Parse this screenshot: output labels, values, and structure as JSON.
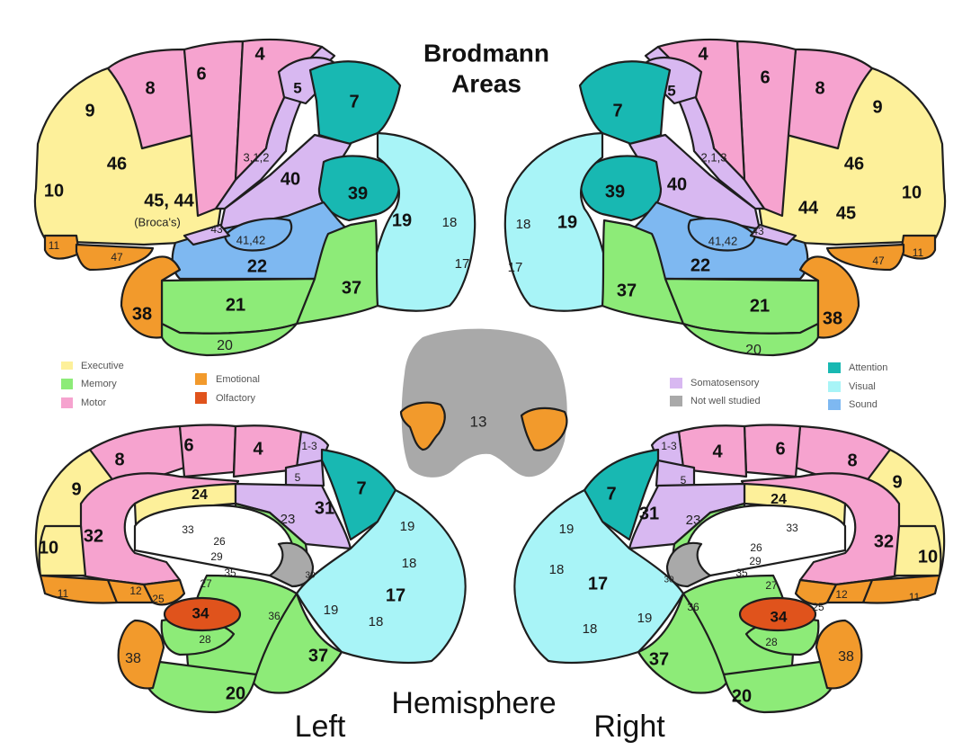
{
  "title_line1": "Brodmann",
  "title_line2": "Areas",
  "hemisphere_label": "Hemisphere",
  "left_label": "Left",
  "right_label": "Right",
  "colors": {
    "executive": "#fdf09a",
    "memory": "#8deb78",
    "motor": "#f6a3cf",
    "emotional": "#f29a2c",
    "olfactory": "#e0531c",
    "somatosensory": "#d8b8f1",
    "not_well_studied": "#a9a9a9",
    "attention": "#18b8b2",
    "visual": "#a8f4f7",
    "sound": "#7eb8f1"
  },
  "legend": {
    "executive": "Executive",
    "memory": "Memory",
    "motor": "Motor",
    "emotional": "Emotional",
    "olfactory": "Olfactory",
    "somatosensory": "Somatosensory",
    "not_well_studied": "Not well studied",
    "attention": "Attention",
    "visual": "Visual",
    "sound": "Sound"
  },
  "areas": {
    "a1_3": "1-3",
    "a2_1_3": "2,1,3",
    "a3_1_2": "3,1,2",
    "a4": "4",
    "a5": "5",
    "a6": "6",
    "a7": "7",
    "a8": "8",
    "a9": "9",
    "a10": "10",
    "a11": "11",
    "a12": "12",
    "a13": "13",
    "a17": "17",
    "a18": "18",
    "a19": "19",
    "a20": "20",
    "a21": "21",
    "a22": "22",
    "a23": "23",
    "a24": "24",
    "a25": "25",
    "a26": "26",
    "a27": "27",
    "a28": "28",
    "a29": "29",
    "a30": "30",
    "a31": "31",
    "a32": "32",
    "a33": "33",
    "a34": "34",
    "a35": "35",
    "a36": "36",
    "a37": "37",
    "a38": "38",
    "a39": "39",
    "a40": "40",
    "a41_42": "41,42",
    "a43": "43",
    "a44": "44",
    "a45": "45",
    "a45_44": "45, 44",
    "a46": "46",
    "a47": "47",
    "brocas": "(Broca's)"
  }
}
